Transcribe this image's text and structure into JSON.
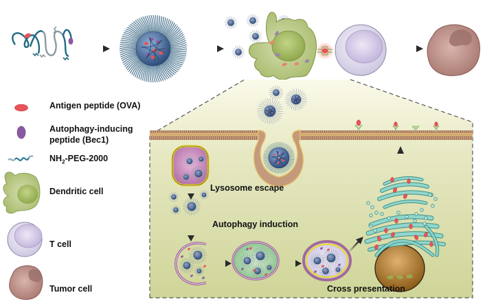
{
  "legend": {
    "items": [
      {
        "id": "antigen",
        "label": "Antigen peptide (OVA)",
        "icon": "red-ellipse-icon"
      },
      {
        "id": "bec1",
        "label_line1": "Autophagy-inducing",
        "label_line2": "peptide (Bec1)",
        "icon": "purple-ellipse-icon"
      },
      {
        "id": "peg",
        "label_prefix": "NH",
        "label_sub": "2",
        "label_suffix": "-PEG-2000",
        "icon": "wavy-polymer-icon"
      },
      {
        "id": "dc",
        "label": "Dendritic cell",
        "icon": "dendritic-cell-icon"
      },
      {
        "id": "tcell",
        "label": "T cell",
        "icon": "t-cell-icon"
      },
      {
        "id": "tumor",
        "label": "Tumor cell",
        "icon": "tumor-cell-icon"
      }
    ]
  },
  "steps": {
    "lysosome_escape": "Lysosome escape",
    "autophagy_induction": "Autophagy induction",
    "cross_presentation": "Cross presentation"
  },
  "colors": {
    "antigen": "#e8545a",
    "bec1": "#8a5aa0",
    "peg": "#2e6e86",
    "nanoparticle_core": "#3d5f8f",
    "dendritic_cell": "#b5c77e",
    "dc_nucleus": "#9bb45a",
    "t_cell": "#e6e2f2",
    "t_cell_nucleus": "#cbbfe2",
    "tumor_cell": "#b88a80",
    "tumor_nucleus": "#9c6e68",
    "panel_bg": "#dfe3b4",
    "membrane": "#b9876a",
    "lysosome": "#c27fb4",
    "lysosome_rim": "#f0e020",
    "golgi": "#7fc8c0",
    "nucleus_inner": "#a9701e"
  }
}
